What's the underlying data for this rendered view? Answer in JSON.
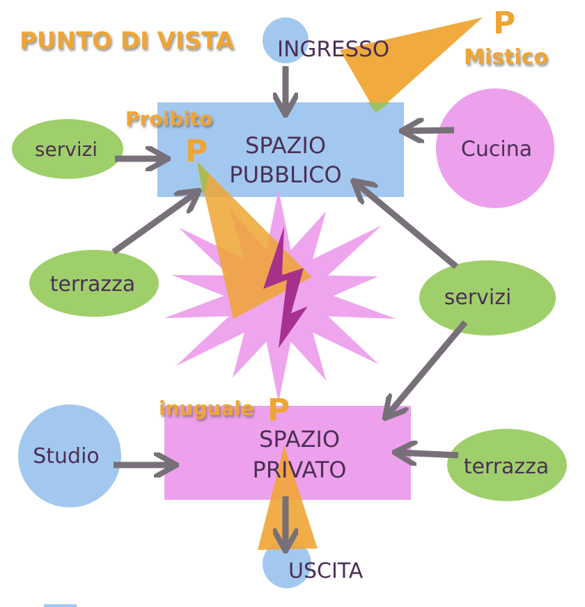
{
  "title": "PUNTO DI VISTA",
  "colors": {
    "public_space": "#a3c8f0",
    "private_space": "#eda0ec",
    "green_room": "#9fcf6a",
    "blue_room": "#a3c8f0",
    "pink_room": "#eda0ec",
    "accent_orange": "#efa534",
    "lightning": "#a22a8c",
    "arrow": "#777079",
    "text": "#4a2f55"
  },
  "nodes": {
    "ingresso": "INGRESSO",
    "public_line1": "SPAZIO",
    "public_line2": "PUBBLICO",
    "private_line1": "SPAZIO",
    "private_line2": "PRIVATO",
    "servizi_left": "servizi",
    "cucina": "Cucina",
    "terrazza_left": "terrazza",
    "servizi_right": "servizi",
    "studio": "Studio",
    "terrazza_right": "terrazza",
    "uscita": "USCITA"
  },
  "viewpoints": {
    "mistico_p": "P",
    "mistico": "Mistico",
    "proibito": "Proibito",
    "proibito_p": "P",
    "inuguale": "inuguale",
    "inuguale_p": "P"
  },
  "icons": {
    "conflict": "lightning-starburst-icon"
  }
}
